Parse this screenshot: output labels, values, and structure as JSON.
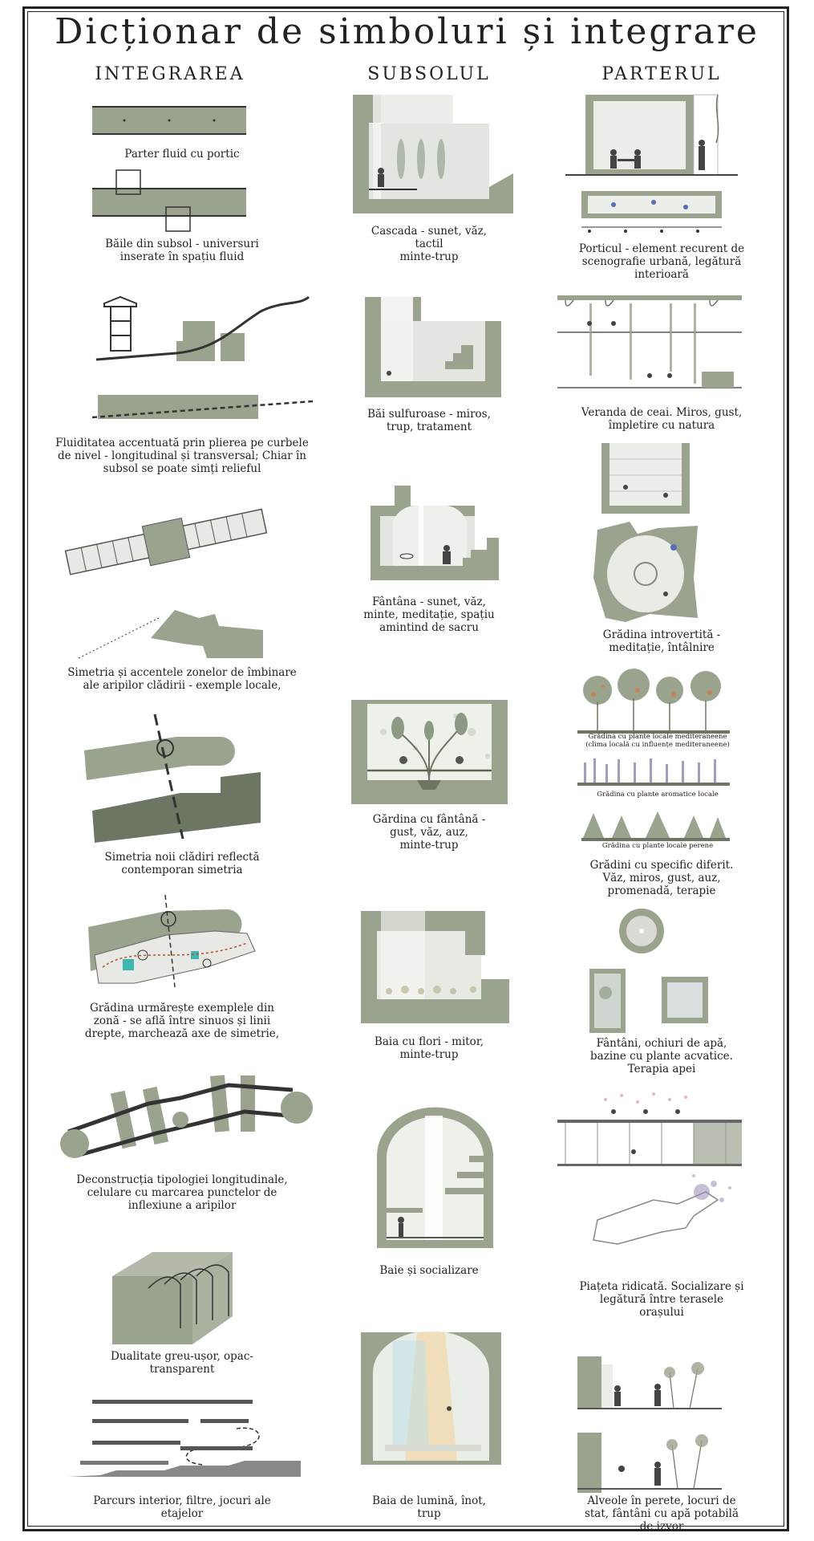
{
  "title": "Dicționar de simboluri și integrare",
  "columns": {
    "integrarea": "INTEGRAREA",
    "subsolul": "SUBSOLUL",
    "parterul": "PARTERUL"
  },
  "integrarea": [
    "Parter fluid cu portic",
    "Băile din subsol - universuri\ninserate în spațiu fluid",
    "Fluiditatea accentuată prin plierea pe curbele\nde nivel - longitudinal și transversal; Chiar în\nsubsol se poate simți relieful",
    "Simetria și accentele zonelor de îmbinare\nale aripilor clădirii - exemple locale,",
    "Simetria noii clădiri reflectă\ncontemporan simetria",
    "Grădina urmărește exemplele din\nzonă - se află între sinuos și linii\ndrepte, marchează axe de simetrie,",
    "Deconstrucția tipologiei longitudinale,\ncelulare cu marcarea punctelor de\ninflexiune a aripilor",
    "Dualitate greu-ușor, opac-\ntransparent",
    "Parcurs interior, filtre, jocuri ale\netajelor"
  ],
  "subsolul": [
    "Cascada - sunet, văz,\ntactil\nminte-trup",
    "Băi sulfuroase - miros,\ntrup, tratament",
    "Fântâna - sunet, văz,\nminte, meditație, spațiu\namintind de sacru",
    "Gărdina cu fântână -\ngust, văz, auz,\nminte-trup",
    "Baia cu flori - mitor,\nminte-trup",
    "Baie și socializare",
    "Baia de lumină, înot,\ntrup"
  ],
  "parterul": [
    "Porticul - element recurent de\nscenografie urbană, legătură\ninterioară",
    "Veranda de ceai. Miros, gust,\nîmpletire cu natura",
    "Grădina introvertită -\nmeditație, întâlnire",
    "Grădini cu specific diferit.\nVăz, miros, gust, auz,\npromenadă, terapie",
    "Fântâni, ochiuri de apă,\nbazine cu plante acvatice.\nTerapia apei",
    "Piațeta ridicată. Socializare și\nlegătură între terasele\norașului",
    "Alveole în perete, locuri de\nstat, fântâni cu apă potabilă\nde izvor"
  ],
  "garden_labels": [
    "Grădina cu plante locale mediteraneene\n(clima locală cu influențe mediteraneene)",
    "Grădina cu plante aromatice locale",
    "Grădina cu plante locale perene"
  ],
  "colors": {
    "green": "#9aa38e",
    "dark_green": "#6d7563",
    "ink": "#222222"
  }
}
